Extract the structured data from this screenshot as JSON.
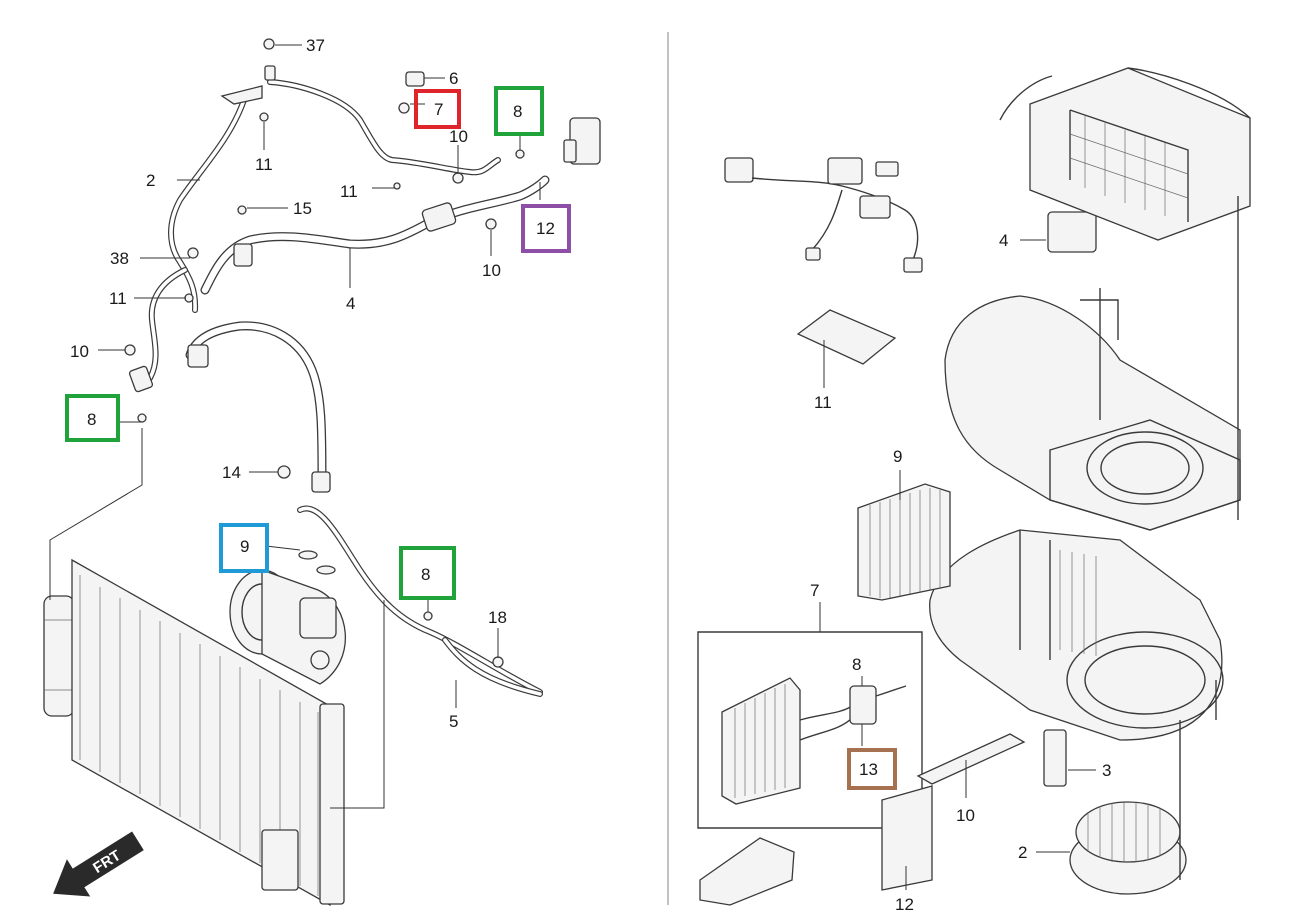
{
  "left_panel": {
    "callouts": [
      "37",
      "6",
      "7",
      "10",
      "8",
      "11",
      "2",
      "11",
      "15",
      "12",
      "38",
      "11",
      "10",
      "4",
      "10",
      "8",
      "14",
      "9",
      "8",
      "18",
      "5"
    ],
    "frt_arrow_label": "FRT"
  },
  "right_panel": {
    "callouts": [
      "4",
      "11",
      "9",
      "7",
      "8",
      "13",
      "3",
      "10",
      "2",
      "12"
    ]
  },
  "highlight_colors": {
    "red": "#e0242b",
    "green": "#1fa33a",
    "purple": "#8e4fa6",
    "blue": "#1f9ad6",
    "brown": "#a5714f"
  }
}
